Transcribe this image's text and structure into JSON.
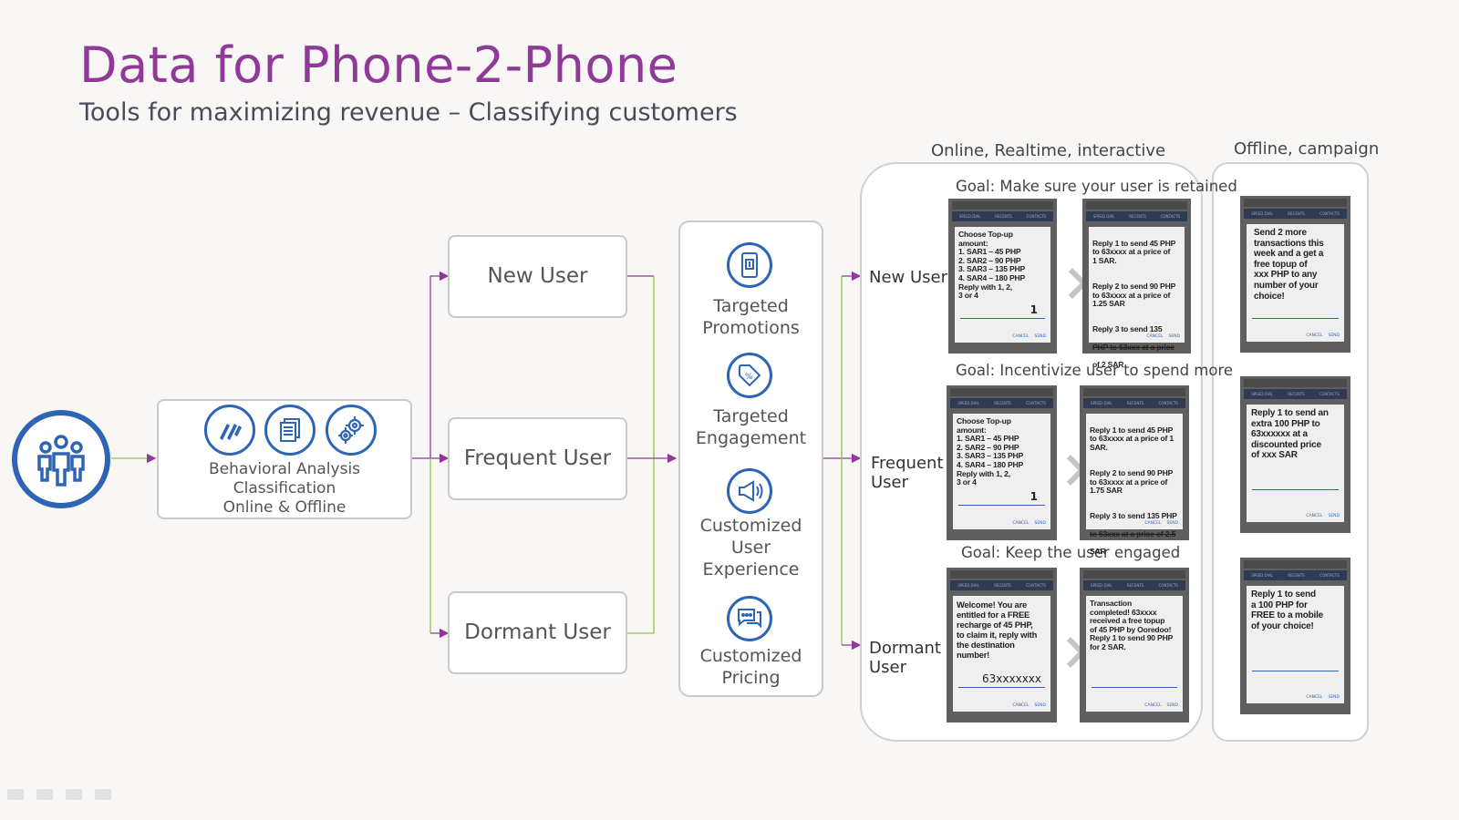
{
  "header": {
    "title": "Data for Phone-2-Phone",
    "subtitle": "Tools for maximizing revenue – Classifying customers"
  },
  "analysis": {
    "line1": "Behavioral Analysis",
    "line2": "Classification",
    "line3": "Online & Offline"
  },
  "segments": {
    "new": "New User",
    "frequent": "Frequent User",
    "dormant": "Dormant User"
  },
  "tools": {
    "promotions": "Targeted\nPromotions",
    "engagement": "Targeted\nEngagement",
    "experience": "Customized\nUser\nExperience",
    "pricing": "Customized\nPricing"
  },
  "sections": {
    "online": "Online, Realtime, interactive",
    "offline": "Offline, campaign"
  },
  "goals": {
    "new": "Goal: Make sure your user is retained",
    "frequent": "Goal: Incentivize user to spend more",
    "dormant": "Goal: Keep the user engaged"
  },
  "row_labels": {
    "new": "New User",
    "frequent": "Frequent\nUser",
    "dormant": "Dormant\nUser"
  },
  "phones": {
    "tabs": [
      "SPEED DIAL",
      "RECENTS",
      "CONTACTS"
    ],
    "buttons": [
      "CANCEL",
      "SEND"
    ],
    "new_menu": "Choose Top-up\namount:\n1.  SAR1 – 45 PHP\n2.  SAR2 – 90 PHP\n3.  SAR3 – 135 PHP\n4.  SAR4 – 180 PHP\nReply with 1, 2,\n3 or 4",
    "new_entry": "1",
    "new_reply_a": "Reply 1 to send 45 PHP\nto 63xxxx at a price of\n1 SAR.",
    "new_reply_b": "Reply 2 to send 90 PHP\nto 63xxxx at a price of\n1.25 SAR",
    "new_reply_c1": "Reply 3 to send 135",
    "new_reply_c2": "PHP to 63xxx at a price",
    "new_reply_c3": "of 2 SAR",
    "new_offline": "Send 2 more\ntransactions this\nweek and a get a\nfree topup of\nxxx PHP to any\nnumber of your\nchoice!",
    "freq_menu": "Choose Top-up\namount:\n1.  SAR1 – 45 PHP\n2.  SAR2 – 90 PHP\n3.  SAR3 – 135 PHP\n4.  SAR4 – 180 PHP\nReply with 1, 2,\n3 or 4",
    "freq_entry": "1",
    "freq_reply_a": "Reply 1 to send 45 PHP\nto 63xxxx at a price of 1\nSAR.",
    "freq_reply_b": "Reply 2 to send 90 PHP\nto 63xxxx at a price of\n1.75 SAR",
    "freq_reply_c1": "Reply 3 to send 135 PHP",
    "freq_reply_c2": "to 63xxx at a price of 2.5",
    "freq_reply_c3": "SAR",
    "freq_offline": "Reply 1 to send an\nextra 100 PHP to\n63xxxxxx at a\ndiscounted price\nof xxx SAR",
    "dormant_welcome": "Welcome! You are\nentitled for a FREE\nrecharge of 45 PHP,\nto claim it, reply with\nthe destination\nnumber!",
    "dormant_entry": "63xxxxxxx",
    "dormant_reply": "Transaction\ncompleted! 63xxxx\nreceived a free topup\nof 45 PHP by Ooredoo!\nReply 1 to send 90 PHP\nfor 2 SAR.",
    "dormant_offline": "Reply 1 to send\na 100 PHP for\nFREE to a mobile\nof your choice!"
  },
  "colors": {
    "title": "#8f3a97",
    "icon_blue": "#2e64b4",
    "connector_purple": "#8f3a97",
    "connector_green": "#8cc63f"
  }
}
